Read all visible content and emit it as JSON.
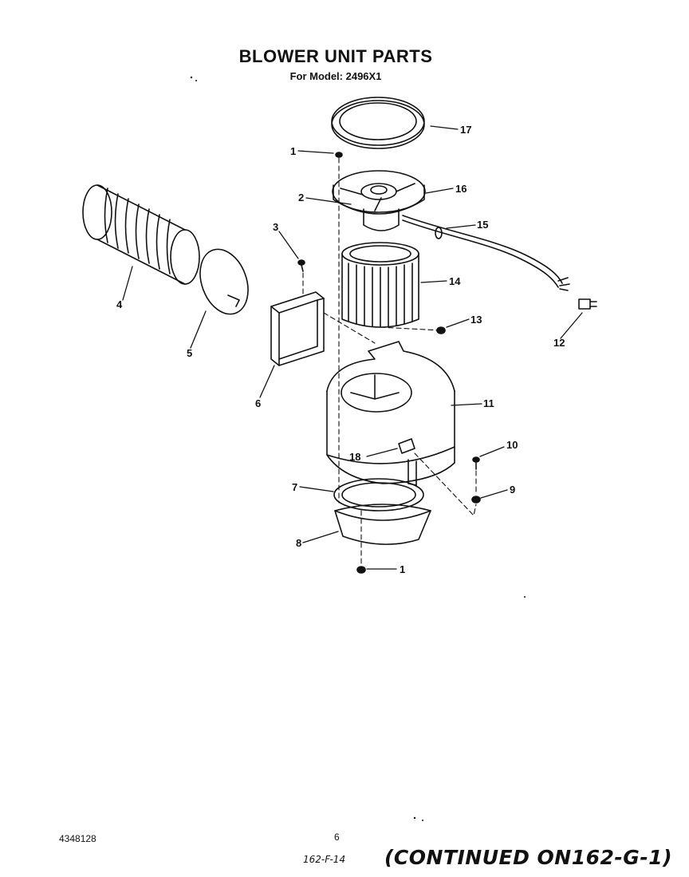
{
  "header": {
    "title": "BLOWER UNIT PARTS",
    "subtitle": "For Model: 2496X1"
  },
  "callouts": {
    "c1_top": "1",
    "c2": "2",
    "c3": "3",
    "c4": "4",
    "c5": "5",
    "c6": "6",
    "c7": "7",
    "c8": "8",
    "c9": "9",
    "c10": "10",
    "c11": "11",
    "c12": "12",
    "c13": "13",
    "c14": "14",
    "c15": "15",
    "c16": "16",
    "c17": "17",
    "c18": "18",
    "c1_bottom": "1"
  },
  "footer": {
    "doc_number": "4348128",
    "page_number": "6",
    "handwritten_ref": "162-F-14",
    "continued": "(CONTINUED ON162-G-1)"
  },
  "icons": [
    "exploded-parts-diagram"
  ]
}
